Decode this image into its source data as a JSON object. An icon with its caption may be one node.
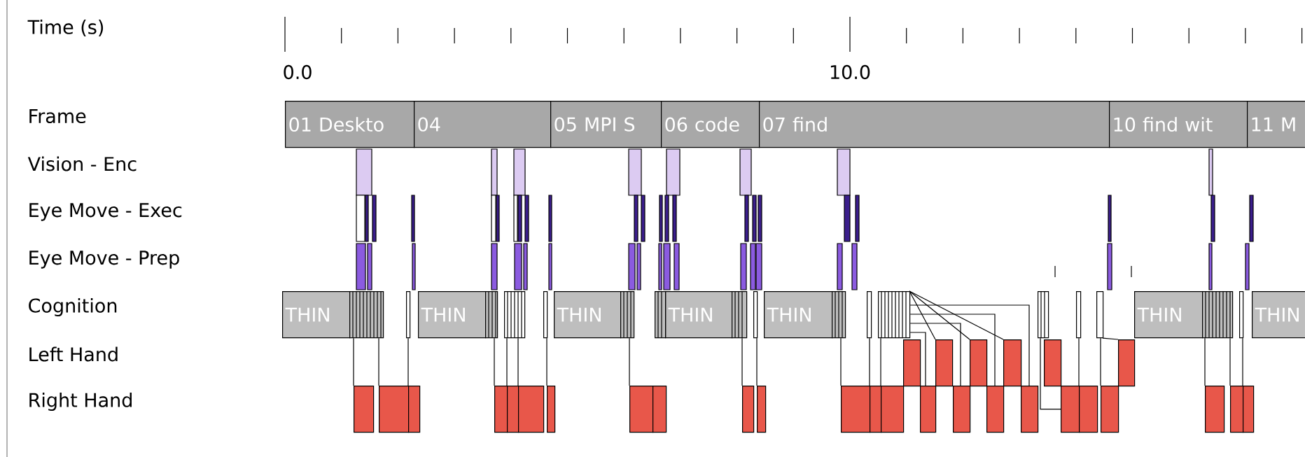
{
  "diagram": {
    "nodes": [
      {
        "text": [
          "01 Deskto"
        ]
      },
      {
        "text": [
          "04"
        ]
      },
      {
        "text": [
          "05 MPI S"
        ]
      },
      {
        "text": [
          "06 code"
        ]
      },
      {
        "text": [
          "07 find"
        ]
      },
      {
        "text": [
          "10 find wit"
        ]
      },
      {
        "text": [
          "11 M"
        ]
      },
      {
        "text": [
          "THIN"
        ]
      },
      {
        "text": [
          "THIN"
        ]
      },
      {
        "text": [
          "THIN"
        ]
      },
      {
        "text": [
          "THIN"
        ]
      },
      {
        "text": [
          "THIN"
        ]
      },
      {
        "text": [
          "THIN"
        ]
      },
      {
        "text": [
          "THIN"
        ]
      },
      {
        "text": [],
        "shape": "box"
      },
      {
        "text": [],
        "shape": "box"
      },
      {
        "text": [],
        "shape": "box"
      },
      {
        "text": [],
        "shape": "box"
      },
      {
        "text": [],
        "shape": "box"
      },
      {
        "text": [],
        "shape": "box"
      },
      {
        "text": [],
        "shape": "box"
      },
      {
        "text": [],
        "shape": "box"
      },
      {
        "text": [],
        "shape": "box"
      },
      {
        "text": [],
        "shape": "box"
      },
      {
        "text": [],
        "shape": "box"
      },
      {
        "text": [],
        "shape": "box"
      },
      {
        "text": [],
        "shape": "box"
      },
      {
        "text": [],
        "shape": "box"
      },
      {
        "text": [],
        "shape": "box"
      },
      {
        "text": [],
        "shape": "box"
      },
      {
        "text": [],
        "shape": "box"
      },
      {
        "text": [],
        "shape": "box"
      },
      {
        "text": [],
        "shape": "box"
      },
      {
        "text": [],
        "shape": "box"
      },
      {
        "text": [],
        "shape": "box"
      },
      {
        "text": [],
        "shape": "box"
      },
      {
        "text": [],
        "shape": "box"
      },
      {
        "text": [],
        "shape": "box"
      },
      {
        "text": [],
        "shape": "box"
      },
      {
        "text": [],
        "shape": "box"
      },
      {
        "text": [],
        "shape": "box"
      },
      {
        "text": [],
        "shape": "box"
      },
      {
        "text": [],
        "shape": "box"
      },
      {
        "text": [],
        "shape": "box"
      },
      {
        "text": [],
        "shape": "box"
      },
      {
        "text": [],
        "shape": "box"
      },
      {
        "text": [],
        "shape": "box"
      },
      {
        "text": [],
        "shape": "box"
      },
      {
        "text": [],
        "shape": "box"
      },
      {
        "text": [],
        "shape": "box"
      },
      {
        "text": [],
        "shape": "box"
      },
      {
        "text": [],
        "shape": "box"
      },
      {
        "text": [],
        "shape": "box"
      },
      {
        "text": [],
        "shape": "box"
      },
      {
        "text": [],
        "shape": "box"
      },
      {
        "text": [],
        "shape": "box"
      },
      {
        "text": [],
        "shape": "box"
      },
      {
        "text": [],
        "shape": "box"
      },
      {
        "text": [],
        "shape": "box"
      },
      {
        "text": [],
        "shape": "box"
      },
      {
        "text": [],
        "shape": "box"
      }
    ],
    "edges": [
      {
        "from": 14,
        "to": 37,
        "arrow": "none"
      },
      {
        "from": 14,
        "to": 38,
        "arrow": "none"
      },
      {
        "from": 15,
        "to": 39,
        "arrow": "none"
      },
      {
        "from": 16,
        "to": 40,
        "arrow": "none"
      },
      {
        "from": 17,
        "to": 41,
        "arrow": "none"
      },
      {
        "from": 17,
        "to": 42,
        "arrow": "none"
      },
      {
        "from": 18,
        "to": 43,
        "arrow": "none"
      },
      {
        "from": 19,
        "to": 44,
        "arrow": "none"
      },
      {
        "from": 21,
        "to": 46,
        "arrow": "none"
      },
      {
        "from": 22,
        "to": 47,
        "arrow": "none"
      },
      {
        "from": 23,
        "to": 48,
        "arrow": "none"
      },
      {
        "from": 24,
        "to": 49,
        "arrow": "none"
      },
      {
        "from": 25,
        "to": 50,
        "arrow": "none"
      },
      {
        "from": 25,
        "to": 32,
        "arrow": "none"
      },
      {
        "from": 25,
        "to": 33,
        "arrow": "none"
      },
      {
        "from": 25,
        "to": 34,
        "arrow": "none"
      },
      {
        "from": 25,
        "to": 51,
        "arrow": "none"
      },
      {
        "from": 25,
        "to": 52,
        "arrow": "none"
      },
      {
        "from": 25,
        "to": 53,
        "arrow": "none"
      },
      {
        "from": 25,
        "to": 54,
        "arrow": "none"
      },
      {
        "from": 26,
        "to": 55,
        "arrow": "none"
      },
      {
        "from": 27,
        "to": 56,
        "arrow": "none"
      },
      {
        "from": 28,
        "to": 36,
        "arrow": "none"
      },
      {
        "from": 28,
        "to": 57,
        "arrow": "none"
      },
      {
        "from": 29,
        "to": 58,
        "arrow": "none"
      },
      {
        "from": 29,
        "to": 59,
        "arrow": "none"
      },
      {
        "from": 30,
        "to": 60,
        "arrow": "none"
      }
    ],
    "labels": [
      "Time (s)",
      "0.0",
      "10.0",
      "Frame",
      "Vision - Enc",
      "Eye Move - Exec",
      "Eye Move - Prep",
      "Cognition",
      "Left Hand",
      "Right Hand"
    ]
  }
}
